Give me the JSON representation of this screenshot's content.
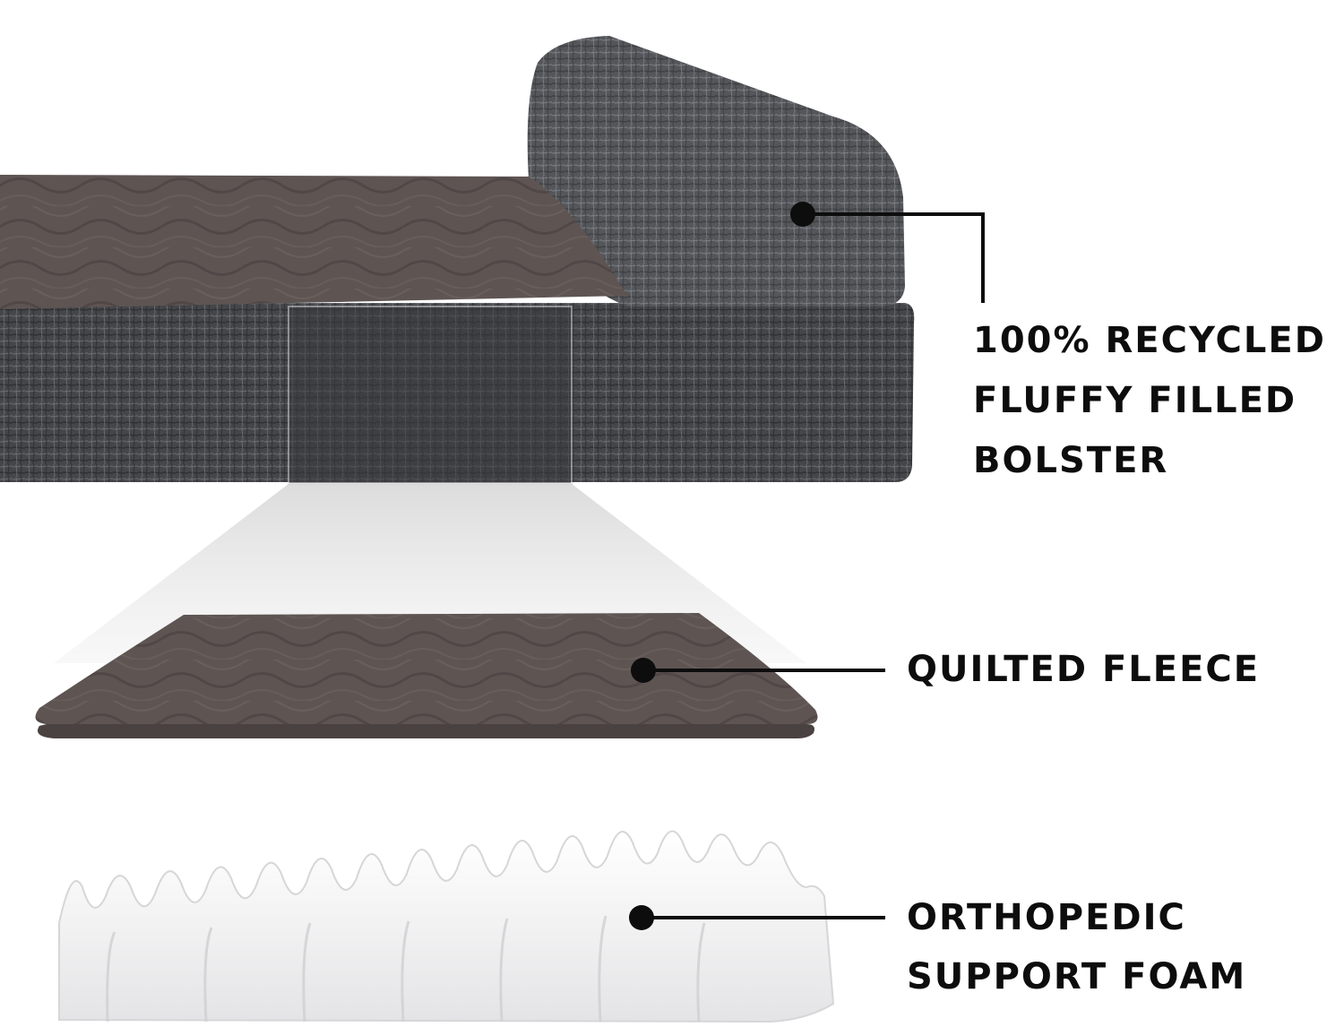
{
  "colors": {
    "background": "#ffffff",
    "fleece": "#5e5553",
    "fleece_dark": "#4a4241",
    "tweed": "#4b4c50",
    "tweed_light": "#7c8088",
    "foam": "#f3f3f4",
    "callout": "#0d0d0d"
  },
  "callouts": {
    "bolster": {
      "lines": [
        "100% RECYCLED",
        "FLUFFY FILLED",
        "BOLSTER"
      ]
    },
    "fleece": {
      "lines": [
        "QUILTED FLEECE"
      ]
    },
    "foam": {
      "lines": [
        "ORTHOPEDIC",
        "SUPPORT FOAM"
      ]
    }
  }
}
